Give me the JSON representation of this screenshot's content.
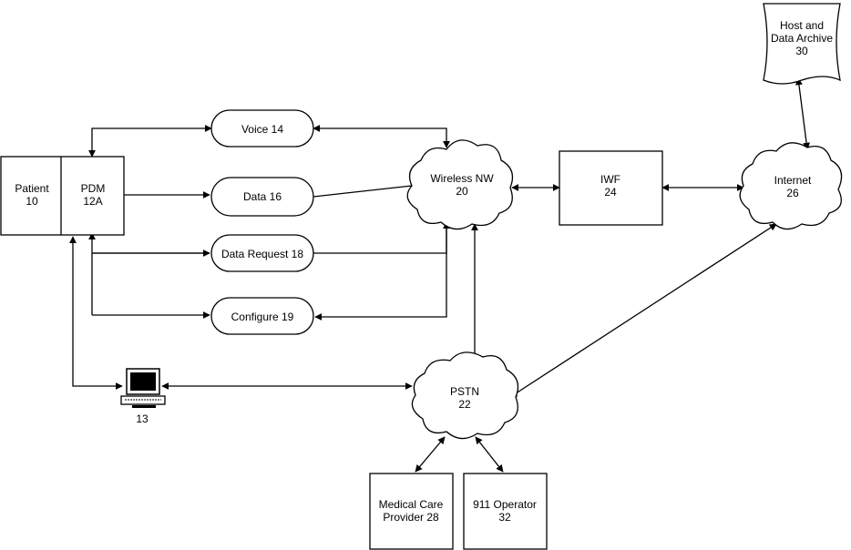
{
  "nodes": {
    "patient": {
      "line1": "Patient",
      "line2": "10"
    },
    "pdm": {
      "line1": "PDM",
      "line2": "12A"
    },
    "voice": {
      "label": "Voice 14"
    },
    "data": {
      "label": "Data 16"
    },
    "data_request": {
      "label": "Data Request 18"
    },
    "configure": {
      "label": "Configure 19"
    },
    "wireless_nw": {
      "line1": "Wireless NW",
      "line2": "20"
    },
    "iwf": {
      "line1": "IWF",
      "line2": "24"
    },
    "internet": {
      "line1": "Internet",
      "line2": "26"
    },
    "host_archive": {
      "line1": "Host and",
      "line2": "Data Archive",
      "line3": "30"
    },
    "pstn": {
      "line1": "PSTN",
      "line2": "22"
    },
    "computer": {
      "label": "13"
    },
    "medical_care": {
      "line1": "Medical Care",
      "line2": "Provider 28"
    },
    "operator_911": {
      "line1": "911 Operator",
      "line2": "32"
    }
  }
}
